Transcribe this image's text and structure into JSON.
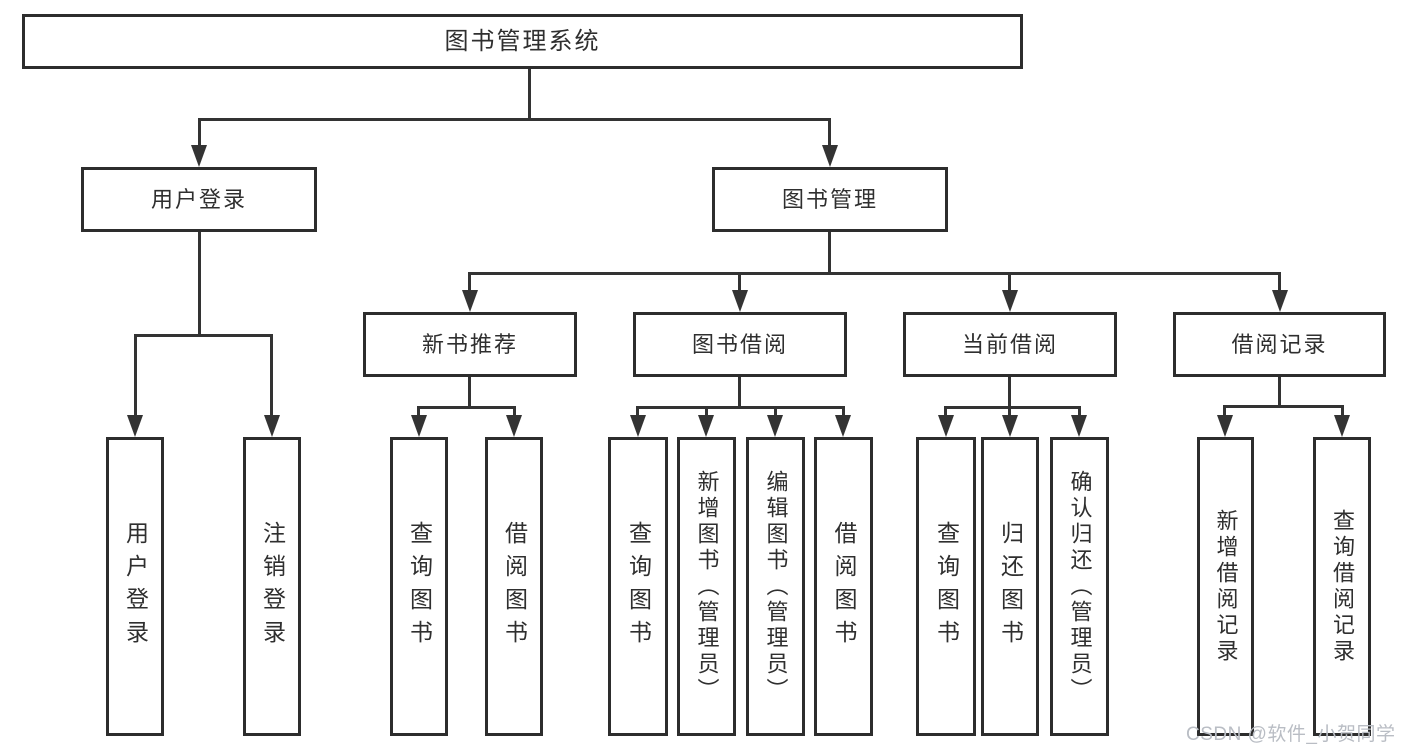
{
  "diagram": {
    "root": {
      "label": "图书管理系统"
    },
    "level2": [
      {
        "label": "用户登录"
      },
      {
        "label": "图书管理"
      }
    ],
    "level3": [
      {
        "label": "新书推荐"
      },
      {
        "label": "图书借阅"
      },
      {
        "label": "当前借阅"
      },
      {
        "label": "借阅记录"
      }
    ],
    "leaves": {
      "user_login": [
        {
          "label": "用户登录"
        },
        {
          "label": "注销登录"
        }
      ],
      "new_book": [
        {
          "label": "查询图书"
        },
        {
          "label": "借阅图书"
        }
      ],
      "book_borrow": [
        {
          "label": "查询图书"
        },
        {
          "label": "新增图书（管理员）"
        },
        {
          "label": "编辑图书（管理员）"
        },
        {
          "label": "借阅图书"
        }
      ],
      "current_borrow": [
        {
          "label": "查询图书"
        },
        {
          "label": "归还图书"
        },
        {
          "label": "确认归还（管理员）"
        }
      ],
      "borrow_record": [
        {
          "label": "新增借阅记录"
        },
        {
          "label": "查询借阅记录"
        }
      ]
    }
  },
  "watermark": {
    "text": "CSDN @软件_小贺同学"
  },
  "colors": {
    "line": "#333333",
    "box_border": "#2d2d2d",
    "text": "#2f2f2f",
    "watermark": "#b9bdc4",
    "background": "#ffffff"
  }
}
